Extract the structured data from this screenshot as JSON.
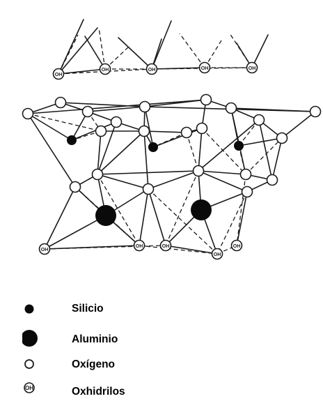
{
  "figure": {
    "atom_labels": {
      "hydroxyl_mark": "OH"
    },
    "colors": {
      "stroke": "#1a1a1a",
      "silicon": "#0a0a0a",
      "aluminum": "#0a0a0a",
      "oxygen_fill": "#ffffff"
    }
  },
  "legend": {
    "items": [
      {
        "symbol": "silicon-atom",
        "label": "Silicio"
      },
      {
        "symbol": "aluminum-atom",
        "label": "Aluminio"
      },
      {
        "symbol": "oxygen-atom",
        "label": "Oxígeno"
      },
      {
        "symbol": "hydroxyl-atom",
        "label": "Oxhidrilos"
      }
    ]
  }
}
